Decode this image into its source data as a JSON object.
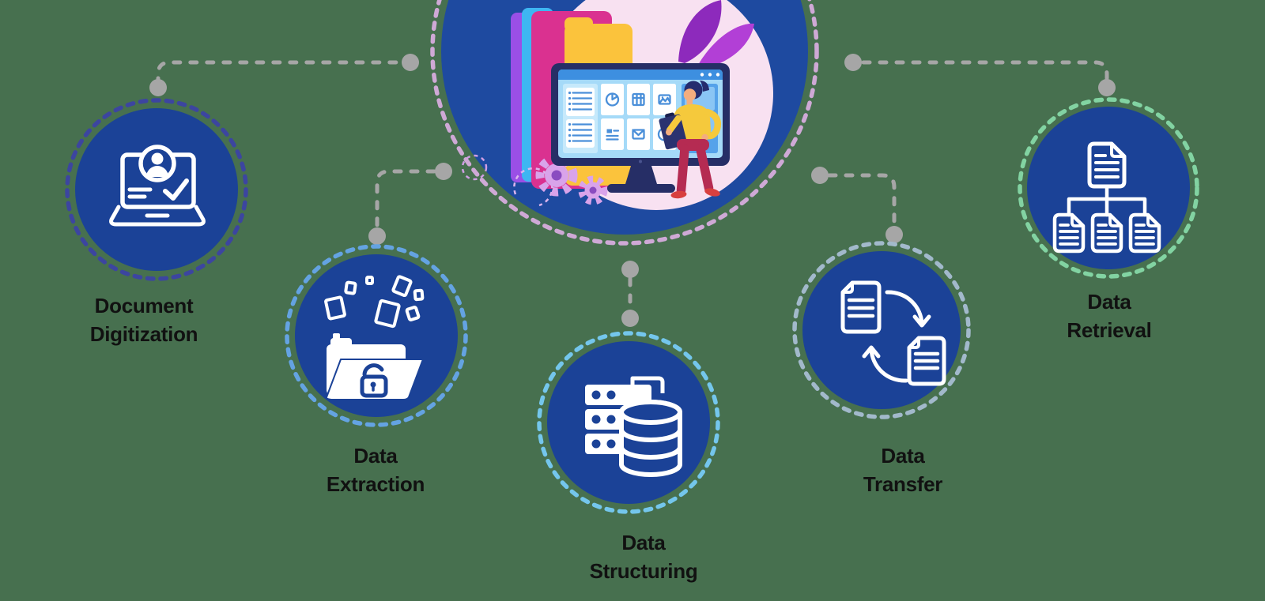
{
  "background_color": "#47704f",
  "hub": {
    "name": "document-management-hub",
    "circle_fill": "#1e4aa0",
    "ring_color": "#cfa9d6",
    "illustration": "monitor-with-file-icons-person-folders-gears-leaves"
  },
  "connectors": {
    "color": "#a6a6a6",
    "style": "dashed"
  },
  "label_color": "#111111",
  "nodes": [
    {
      "id": "document-digitization",
      "label_line1": "Document",
      "label_line2": "Digitization",
      "icon": "laptop-user-verification-icon",
      "circle_fill": "#1b4297",
      "ring_color": "#3c45a0"
    },
    {
      "id": "data-extraction",
      "label_line1": "Data",
      "label_line2": "Extraction",
      "icon": "folder-unlock-documents-icon",
      "circle_fill": "#1b4297",
      "ring_color": "#64a3e2"
    },
    {
      "id": "data-structuring",
      "label_line1": "Data",
      "label_line2": "Structuring",
      "icon": "server-database-icon",
      "circle_fill": "#1b4297",
      "ring_color": "#74c6ec"
    },
    {
      "id": "data-transfer",
      "label_line1": "Data",
      "label_line2": "Transfer",
      "icon": "document-sync-arrows-icon",
      "circle_fill": "#1b4297",
      "ring_color": "#a2b9cb"
    },
    {
      "id": "data-retrieval",
      "label_line1": "Data",
      "label_line2": "Retrieval",
      "icon": "document-hierarchy-icon",
      "circle_fill": "#1b4297",
      "ring_color": "#82d3a2"
    }
  ]
}
